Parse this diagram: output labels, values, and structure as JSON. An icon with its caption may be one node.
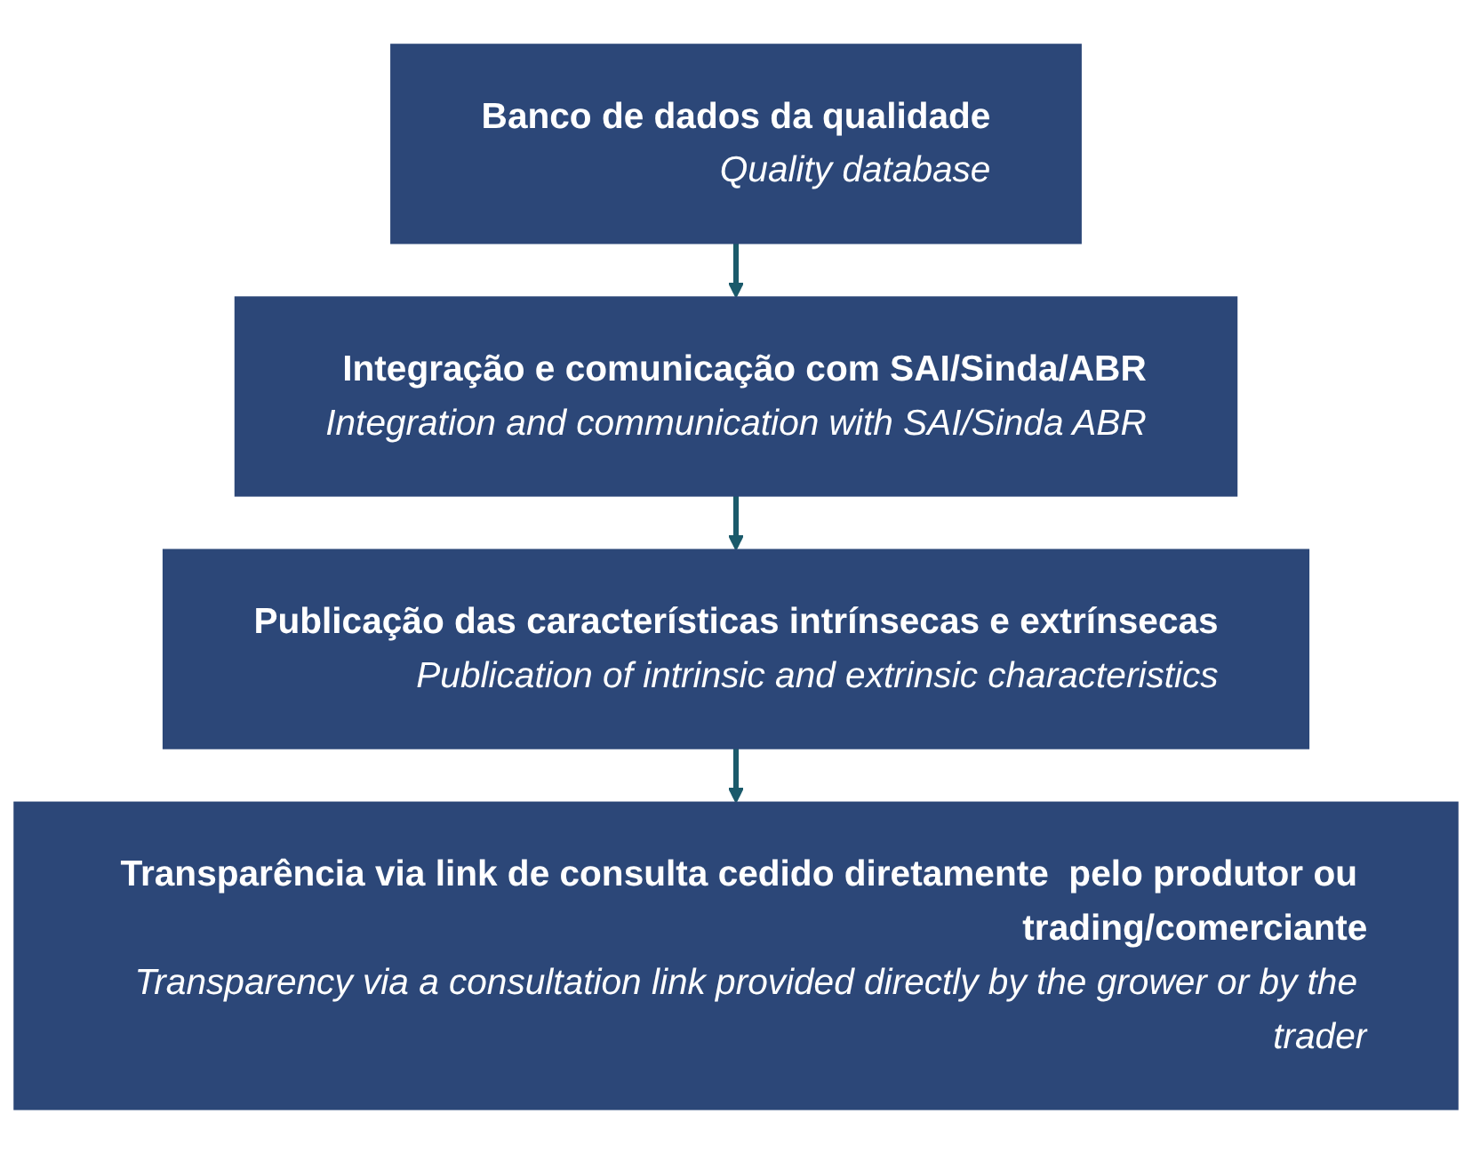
{
  "diagram": {
    "nodes": [
      {
        "text": [
          "Banco de dados da qualidade",
          "Quality database"
        ]
      },
      {
        "text": [
          "Integração e comunicação com SAI/Sinda/ABR",
          "Integration and communication  with SAI/Sinda ABR"
        ]
      },
      {
        "text": [
          "Publicação das características  intrínsecas e extrínsecas",
          "Publication of intrinsic and extrinsic characteristics"
        ]
      },
      {
        "text": [
          "Transparência via link de consulta cedido diretamente  pelo produtor ou trading/comerciante",
          "Transparency via a consultation link provided directly by the grower or by the trader"
        ]
      }
    ],
    "edges": [
      {
        "from": 0,
        "to": 1,
        "arrow": "to"
      },
      {
        "from": 1,
        "to": 2,
        "arrow": "to"
      },
      {
        "from": 2,
        "to": 3,
        "arrow": "to"
      }
    ]
  }
}
